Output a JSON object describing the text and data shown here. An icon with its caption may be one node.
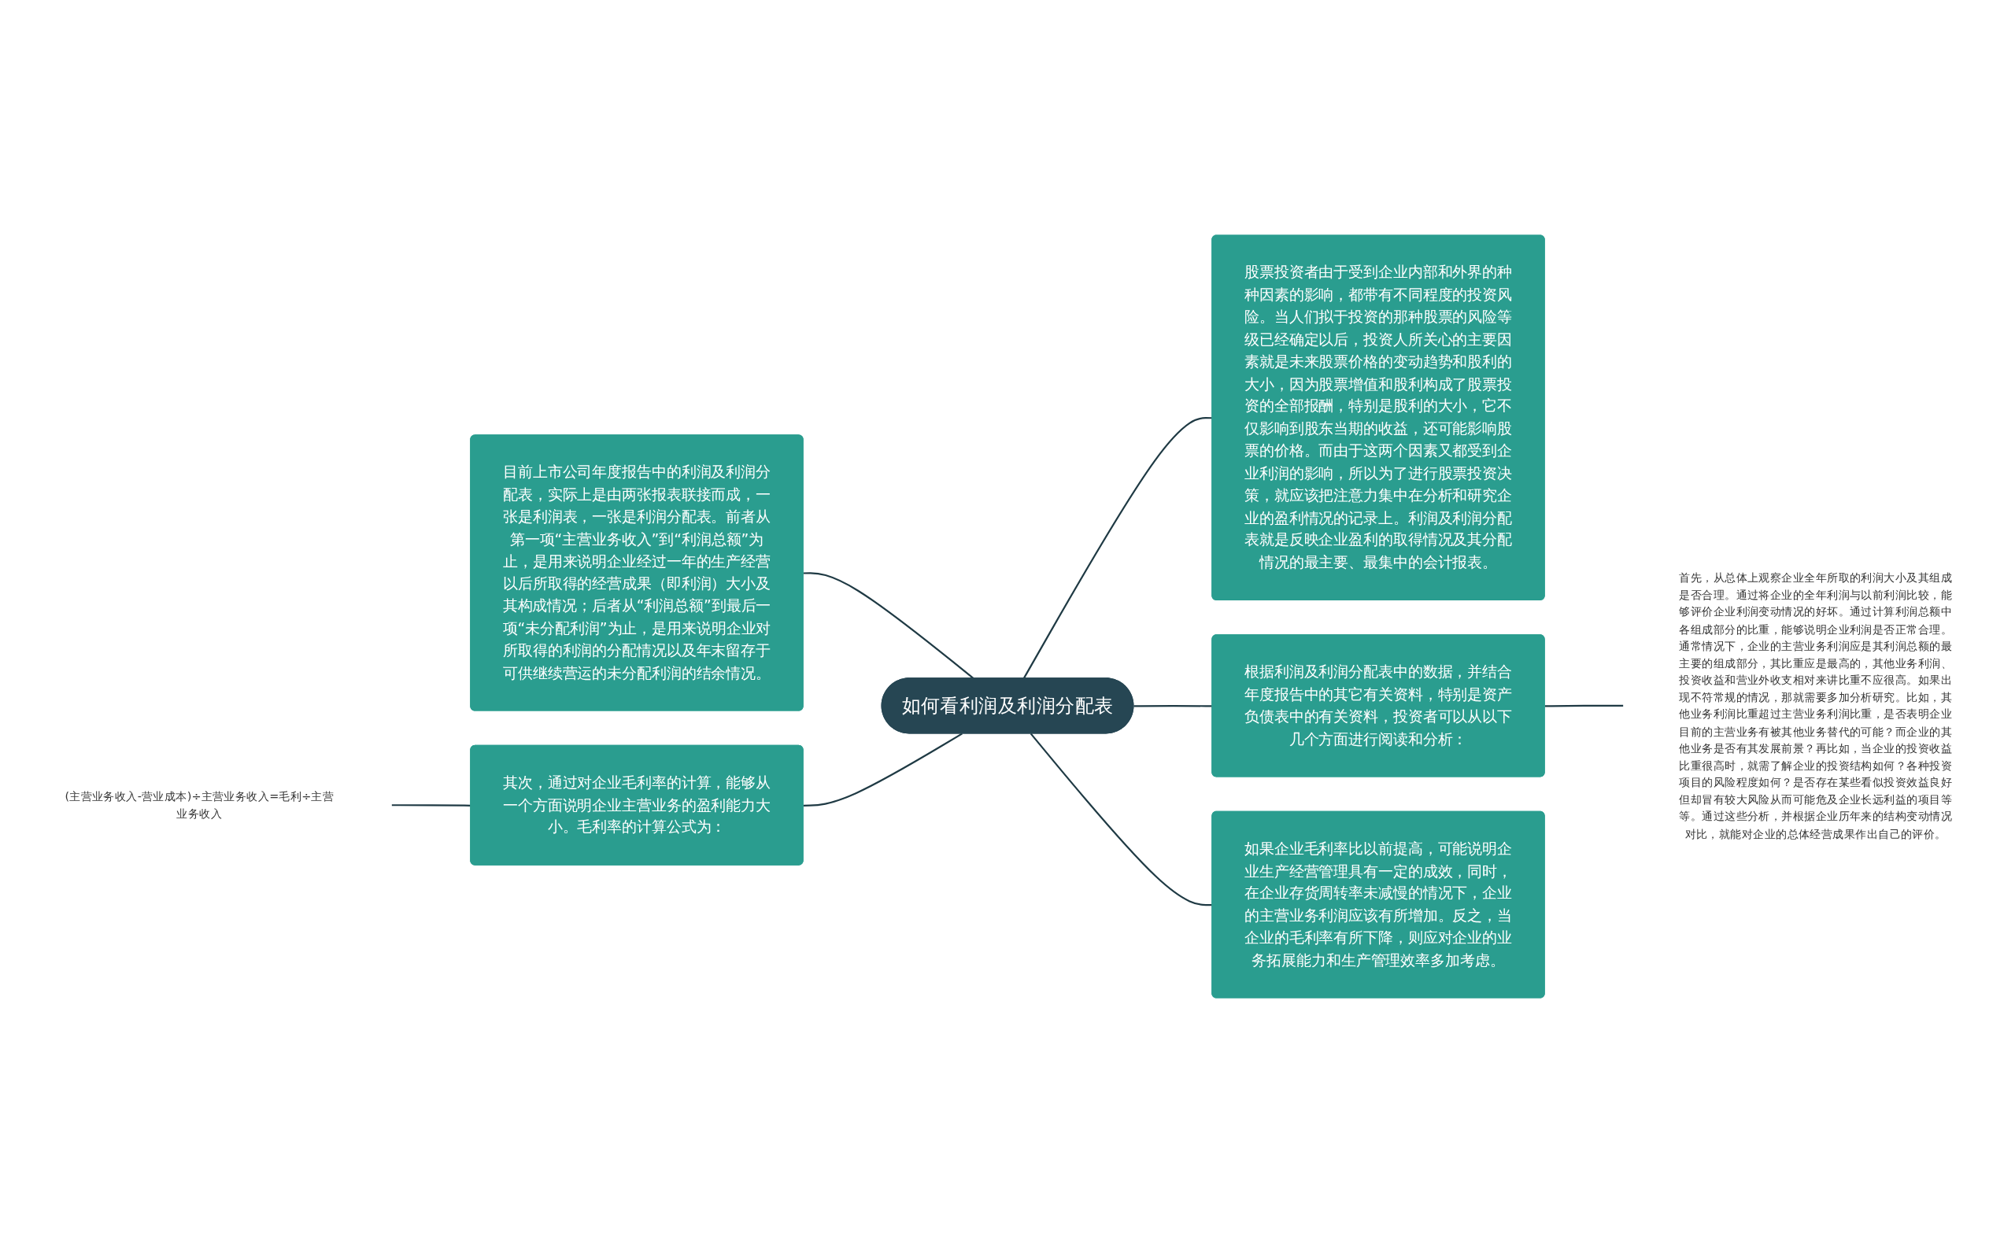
{
  "diagram": {
    "nodes": [
      {
        "text": [
          "如何看利润及利润分配表"
        ]
      },
      {
        "text": [
          "目前上市公司年度报告中的利润及利润分配表，实际上是由两张报表联接而成，一张是利润表，一张是利润分配表。前者从第一项“主营业务收入”到“利润总额”为止，是用来说明企业经过一年的生产经营以后所取得的经营成果（即利润）大小及其构成情况；后者从“利润总额”到最后一项“未分配利润”为止，是用来说明企业对所取得的利润的分配情况以及年末留存于可供继续营运的未分配利润的结余情况。"
        ]
      },
      {
        "text": [
          "其次，通过对企业毛利率的计算，能够从一个方面说明企业主营业务的盈利能力大小。毛利率的计算公式为："
        ]
      },
      {
        "text": [
          "(主营业务收入-营业成本)÷主营业务收入=毛利÷主营业务收入"
        ]
      },
      {
        "text": [
          "股票投资者由于受到企业内部和外界的种种因素的影响，都带有不同程度的投资风险。当人们拟于投资的那种股票的风险等级已经确定以后，投资人所关心的主要因素就是未来股票价格的变动趋势和股利的大小，因为股票增值和股利构成了股票投资的全部报酬，特别是股利的大小，它不仅影响到股东当期的收益，还可能影响股票的价格。而由于这两个因素又都受到企业利润的影响，所以为了进行股票投资决策，就应该把注意力集中在分析和研究企业的盈利情况的记录上。利润及利润分配表就是反映企业盈利的取得情况及其分配情况的最主要、最集中的会计报表。"
        ]
      },
      {
        "text": [
          "根据利润及利润分配表中的数据，并结合年度报告中的其它有关资料，特别是资产负债表中的有关资料，投资者可以从以下几个方面进行阅读和分析："
        ]
      },
      {
        "text": [
          "首先，从总体上观察企业全年所取的利润大小及其组成是否合理。通过将企业的全年利润与以前利润比较，能够评价企业利润变动情况的好坏。通过计算利润总额中各组成部分的比重，能够说明企业利润是否正常合理。通常情况下，企业的主营业务利润应是其利润总额的最主要的组成部分，其比重应是最高的，其他业务利润、投资收益和营业外收支相对来讲比重不应很高。如果出现不符常规的情况，那就需要多加分析研究。比如，其他业务利润比重超过主营业务利润比重，是否表明企业目前的主营业务有被其他业务替代的可能？而企业的其他业务是否有其发展前景？再比如，当企业的投资收益比重很高时，就需了解企业的投资结构如何？各种投资项目的风险程度如何？是否存在某些看似投资效益良好但却冒有较大风险从而可能危及企业长远利益的项目等等。通过这些分析，并根据企业历年来的结构变动情况对比，就能对企业的总体经营成果作出自己的评价。"
        ]
      },
      {
        "text": [
          "如果企业毛利率比以前提高，可能说明企业生产经营管理具有一定的成效，同时，在企业存货周转率未减慢的情况下，企业的主营业务利润应该有所增加。反之，当企业的毛利率有所下降，则应对企业的业务拓展能力和生产管理效率多加考虑。"
        ]
      }
    ],
    "edges": [
      {
        "from": 0,
        "to": 1,
        "arrow": "none"
      },
      {
        "from": 0,
        "to": 2,
        "arrow": "none"
      },
      {
        "from": 2,
        "to": 3,
        "arrow": "none"
      },
      {
        "from": 0,
        "to": 4,
        "arrow": "none"
      },
      {
        "from": 0,
        "to": 5,
        "arrow": "none"
      },
      {
        "from": 5,
        "to": 6,
        "arrow": "none"
      },
      {
        "from": 0,
        "to": 7,
        "arrow": "none"
      }
    ]
  }
}
